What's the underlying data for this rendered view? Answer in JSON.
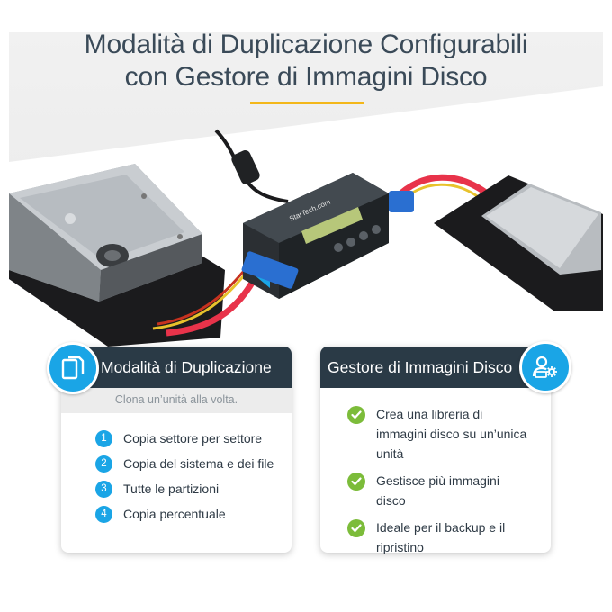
{
  "headline": {
    "line1": "Modalità di Duplicazione Configurabili",
    "line2": "con Gestore di Immagini Disco"
  },
  "device": {
    "brand": "StarTech.com"
  },
  "colors": {
    "accent_line": "#f3b71a",
    "card_header": "#2a3a46",
    "icon_blue": "#1aa5e6",
    "check_green": "#7cbc3a"
  },
  "left_card": {
    "icon": "documents-icon",
    "title": "Modalità di Duplicazione",
    "subtitle": "Clona un’unità alla volta.",
    "items": [
      {
        "num": "1",
        "text": "Copia settore per settore"
      },
      {
        "num": "2",
        "text": "Copia del sistema e dei file"
      },
      {
        "num": "3",
        "text": "Tutte le partizioni"
      },
      {
        "num": "4",
        "text": "Copia percentuale"
      }
    ]
  },
  "right_card": {
    "icon": "user-gear-icon",
    "title": "Gestore di Immagini Disco",
    "items": [
      {
        "text": "Crea una libreria di immagini disco su un’unica unità"
      },
      {
        "text": "Gestisce più immagini disco"
      },
      {
        "text": "Ideale per il backup e il ripristino"
      }
    ]
  }
}
